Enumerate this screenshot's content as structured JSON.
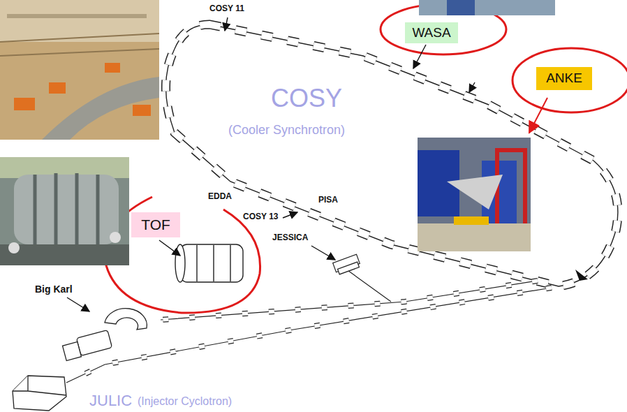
{
  "diagram": {
    "nodes": [
      {
        "text": [
          "WASA"
        ]
      },
      {
        "text": [
          "ANKE"
        ]
      },
      {
        "text": [
          "TOF"
        ]
      }
    ],
    "labels": [
      "COSY 11",
      "COSY",
      "(Cooler Synchrotron)",
      "EDDA",
      "PISA",
      "COSY 13",
      "JESSICA",
      "Big Karl",
      "JULIC",
      "(Injector Cyclotron)"
    ]
  }
}
